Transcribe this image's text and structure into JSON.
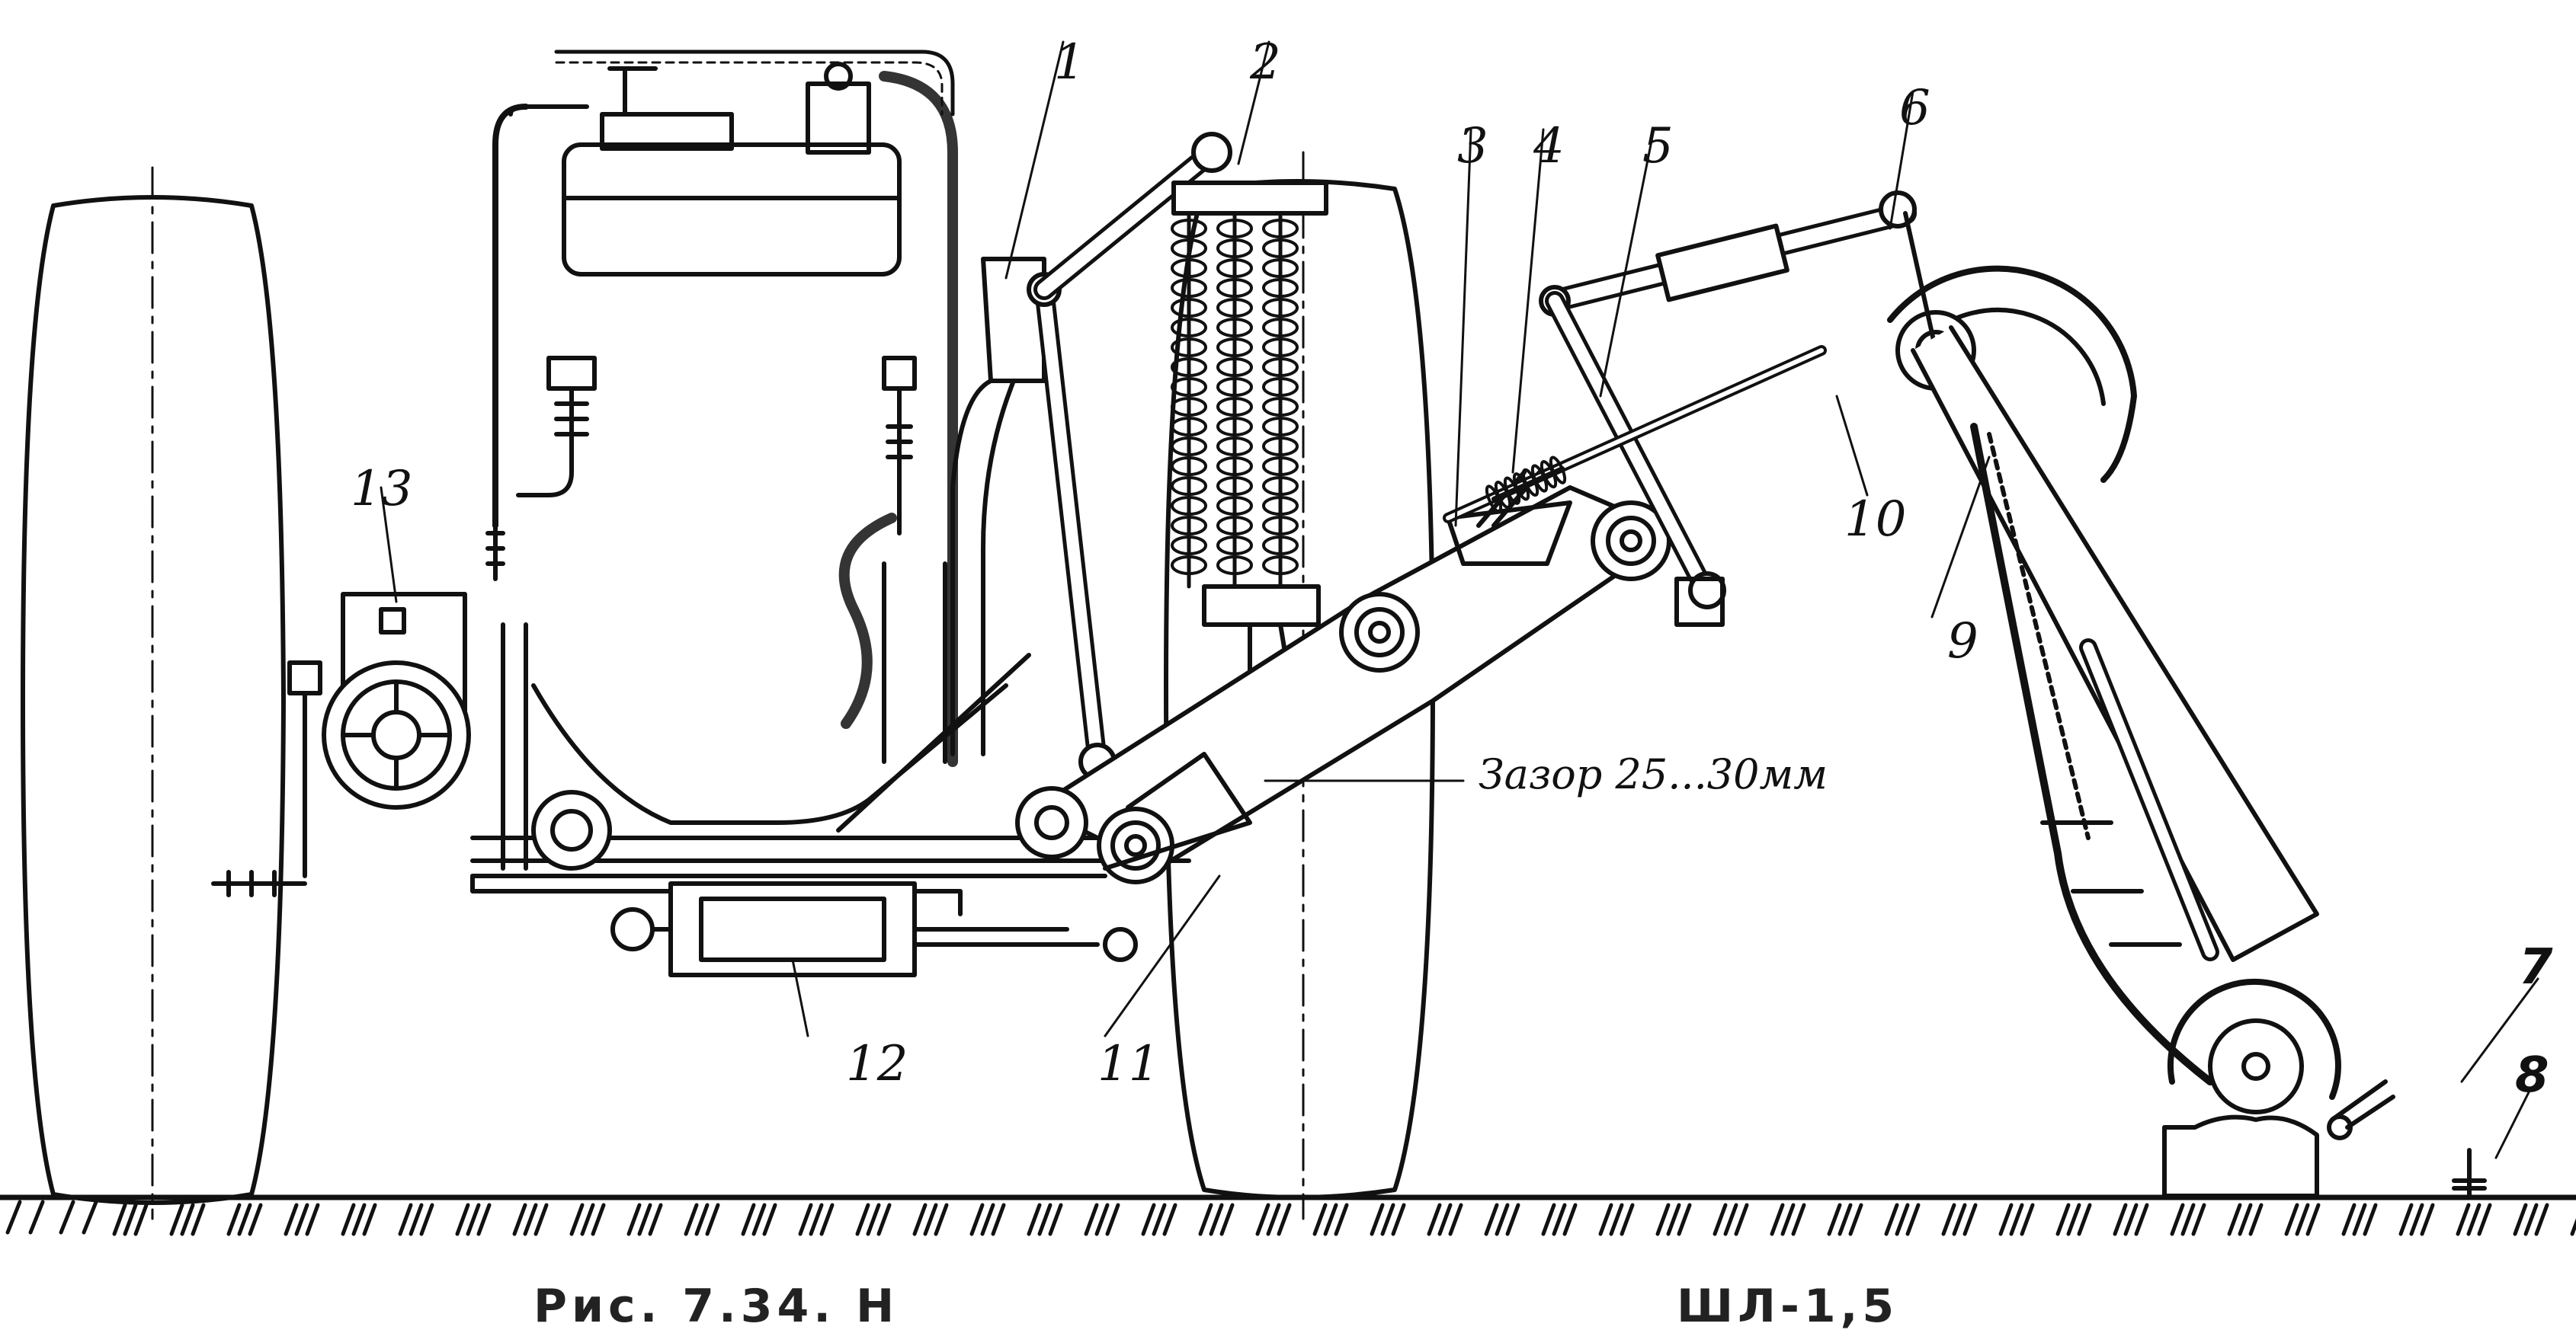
{
  "labels": {
    "n1": "1",
    "n2": "2",
    "n3": "3",
    "n4": "4",
    "n5": "5",
    "n6": "6",
    "n7": "7",
    "n8": "8",
    "n9": "9",
    "n10": "10",
    "n11": "11",
    "n12": "12",
    "n13": "13"
  },
  "gap_note": "Зазор 25...30мм",
  "caption": {
    "left": "Рис. 7.34. Н",
    "right": "ШЛ-1,5"
  }
}
